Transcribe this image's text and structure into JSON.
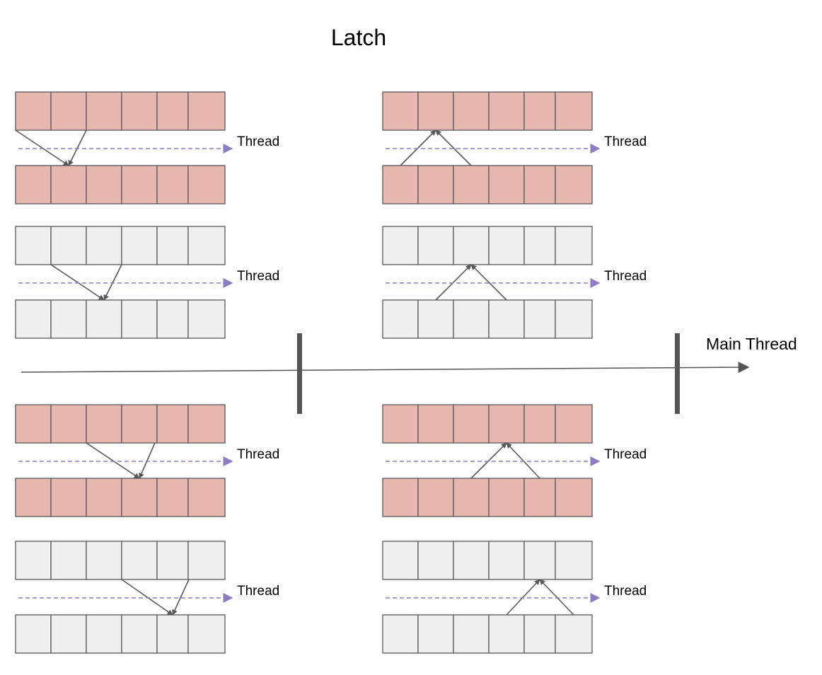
{
  "title": "Latch",
  "main_thread_label": "Main Thread",
  "colors": {
    "red_fill": "#e6b8b0",
    "gray_fill": "#efefef",
    "cell_stroke": "#595959",
    "arrow": "#595959",
    "thread_dash": "#8e7cc3",
    "barrier": "#555555"
  },
  "blocks": [
    {
      "label": "Thread",
      "color": "red",
      "direction": "down",
      "apex_cell": 1
    },
    {
      "label": "Thread",
      "color": "gray",
      "direction": "down",
      "apex_cell": 2
    },
    {
      "label": "Thread",
      "color": "red",
      "direction": "down",
      "apex_cell": 3
    },
    {
      "label": "Thread",
      "color": "gray",
      "direction": "down",
      "apex_cell": 4
    },
    {
      "label": "Thread",
      "color": "red",
      "direction": "up",
      "apex_cell": 1
    },
    {
      "label": "Thread",
      "color": "gray",
      "direction": "up",
      "apex_cell": 2
    },
    {
      "label": "Thread",
      "color": "red",
      "direction": "up",
      "apex_cell": 3
    },
    {
      "label": "Thread",
      "color": "gray",
      "direction": "up",
      "apex_cell": 4
    }
  ]
}
